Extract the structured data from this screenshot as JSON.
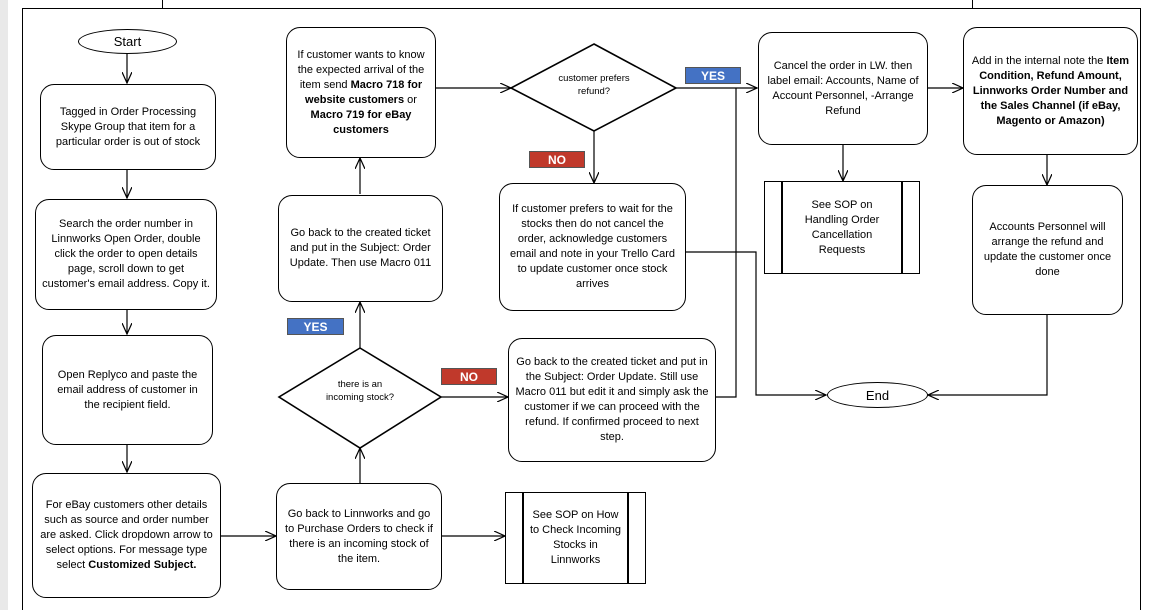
{
  "nodes": {
    "start": "Start",
    "end": "End",
    "tagged": "Tagged in Order Processing Skype Group that item for a particular order  is out of stock",
    "search": "Search the order number in Linnworks Open Order, double click the order to open details page, scroll down to get customer's email address. Copy it.",
    "replyco": "Open Replyco and paste the email address of customer in the recipient field.",
    "ebay_pre": "For eBay customers other details such as source and order number are asked. Click dropdown arrow to select options. For message type select ",
    "ebay_bold": "Customized Subject.",
    "purchase": "Go back to Linnworks and go to Purchase Orders to check if there is an incoming stock of the item.",
    "sop_incoming": "See SOP on How to Check Incoming Stocks in Linnworks",
    "incoming_q": "there is an incoming stock?",
    "created_ticket": "Go back to the created ticket and put in the Subject: Order Update. Then use Macro  011",
    "macro_1": "If customer wants to know the expected arrival of the item send ",
    "macro_2": "Macro 718 for website customers",
    "macro_3": " or ",
    "macro_4": "Macro 719 for eBay customers",
    "refund_q": "customer prefers refund?",
    "wait": "If customer prefers to wait for the stocks then do not cancel the order, acknowledge customers email and note in your Trello Card to update customer once stock arrives",
    "ask_refund": "Go back to the created ticket and put in the Subject: Order Update. Still use  Macro  011 but edit it and simply ask the customer if we can proceed with the refund. If confirmed proceed to next step.",
    "cancel": "Cancel the order in LW. then label email: Accounts, Name of Account Personnel, -Arrange Refund",
    "sop_cancel": "See SOP on Handling Order Cancellation Requests",
    "note_1": "Add in the internal note the ",
    "note_2": "Item Condition, Refund Amount, Linnworks Order Number and the Sales Channel (if eBay, Magento or Amazon)",
    "accounts": "Accounts Personnel will arrange the refund and update the customer once done"
  },
  "labels": {
    "yes_top": "YES",
    "no_top": "NO",
    "yes_mid": "YES",
    "no_mid": "NO"
  },
  "colors": {
    "yes": "#4472c4",
    "no": "#c0392b"
  }
}
